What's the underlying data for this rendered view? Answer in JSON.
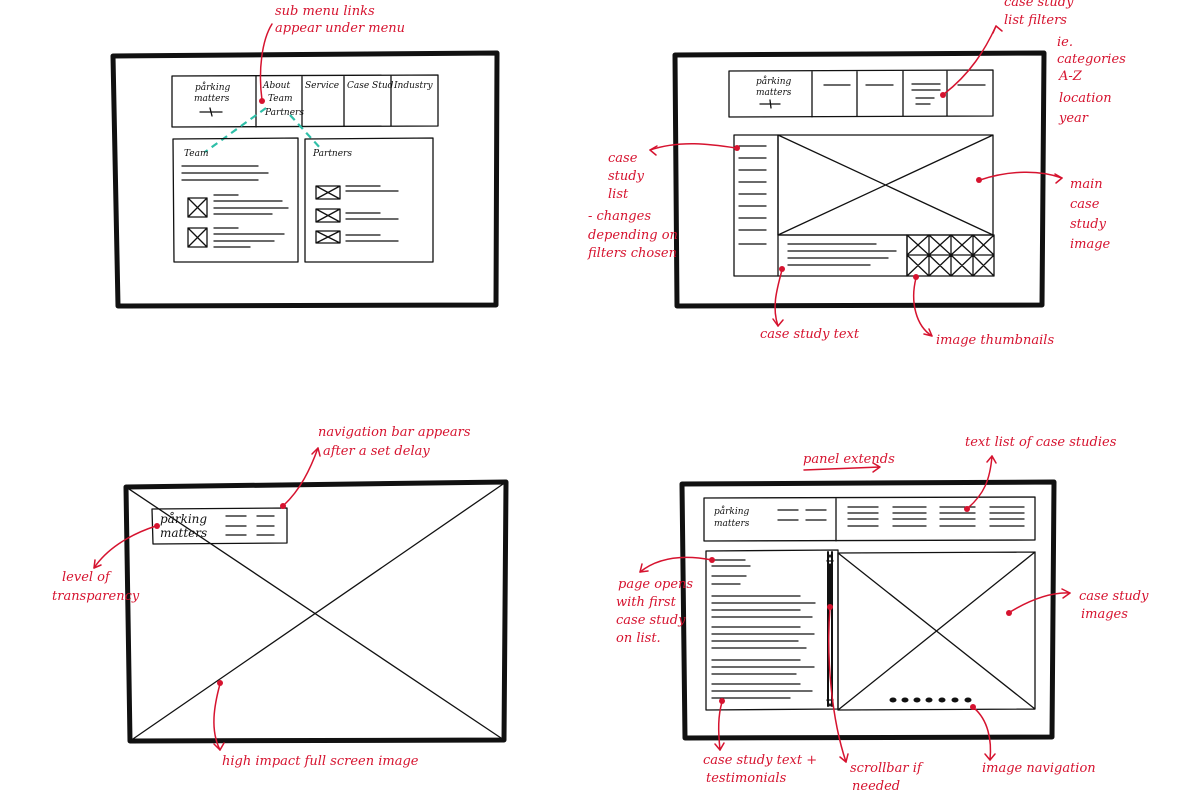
{
  "brand": {
    "logo_line1": "pårking",
    "logo_line2": "matters"
  },
  "sketch1": {
    "menu": [
      "About",
      "Service",
      "Case Stud",
      "Industry"
    ],
    "submenu": [
      "Team",
      "Partners"
    ],
    "panel_left_title": "Team",
    "panel_right_title": "Partners",
    "annotation": [
      "sub menu links",
      "appear under menu"
    ]
  },
  "sketch2": {
    "annotations": {
      "filters": [
        "case study",
        "list filters",
        "ie.",
        "categories",
        "A-Z",
        "location",
        "year"
      ],
      "list": [
        "case",
        "study",
        "list",
        "- changes",
        "depending on",
        "filters chosen"
      ],
      "main_image": [
        "main",
        "case",
        "study",
        "image"
      ],
      "text": "case study text",
      "thumbnails": "image thumbnails"
    }
  },
  "sketch3": {
    "annotations": {
      "nav": [
        "navigation bar appears",
        "after a set delay"
      ],
      "transparency": [
        "level of",
        "transparency"
      ],
      "image": "high impact full screen image"
    }
  },
  "sketch4": {
    "annotations": {
      "panel": "panel extends",
      "list": "text list of case studies",
      "opens": [
        "page opens",
        "with first",
        "case study",
        "on list."
      ],
      "images": [
        "case study",
        "images"
      ],
      "text": [
        "case study text +",
        "testimonials"
      ],
      "scrollbar": [
        "scrollbar if",
        "needed"
      ],
      "navigation": "image navigation"
    }
  }
}
